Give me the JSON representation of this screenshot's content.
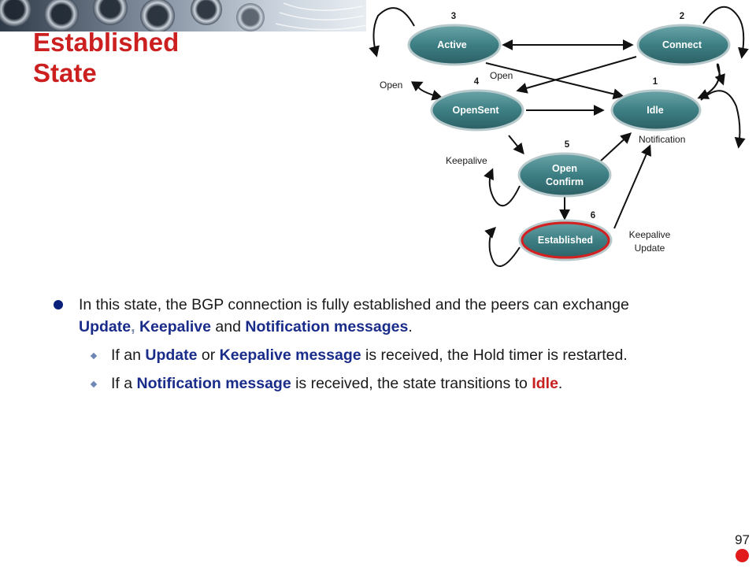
{
  "slide": {
    "title_line1": "Established",
    "title_line2": "State",
    "page_number": "97"
  },
  "diagram": {
    "states": [
      {
        "id": "active",
        "num": "3",
        "label": "Active"
      },
      {
        "id": "connect",
        "num": "2",
        "label": "Connect"
      },
      {
        "id": "opensent",
        "num": "4",
        "label": "OpenSent"
      },
      {
        "id": "idle",
        "num": "1",
        "label": "Idle"
      },
      {
        "id": "openconfirm",
        "num": "5",
        "label_line1": "Open",
        "label_line2": "Confirm"
      },
      {
        "id": "established",
        "num": "6",
        "label": "Established"
      }
    ],
    "edge_labels": {
      "open_left": "Open",
      "open_mid": "Open",
      "notification": "Notification",
      "keepalive": "Keepalive",
      "keepalive_update_line1": "Keepalive",
      "keepalive_update_line2": "Update"
    }
  },
  "content": {
    "bullet1": {
      "t1": "In this state, the BGP connection is fully established and the peers can exchange ",
      "k_update": "Update",
      "comma": ",",
      "t2": " ",
      "k_keepalive": "Keepalive",
      "t3": " and ",
      "k_notification": "Notification messages",
      "t4": "."
    },
    "bullet2": {
      "t1": "If an ",
      "k_update": "Update",
      "t2": " or ",
      "k_keepalive": "Keepalive message",
      "t3": " is received, the Hold timer is restarted."
    },
    "bullet3": {
      "t1": "If a ",
      "k_notification": "Notification message",
      "t2": " is received, the state transitions to ",
      "k_idle": "Idle",
      "t3": "."
    }
  },
  "colors": {
    "title": "#cc1f1f",
    "keyword": "#1a2c8a",
    "keyword_idle": "#c82020",
    "state_fill": "#3d7f84",
    "highlight_ring": "#d42020"
  }
}
